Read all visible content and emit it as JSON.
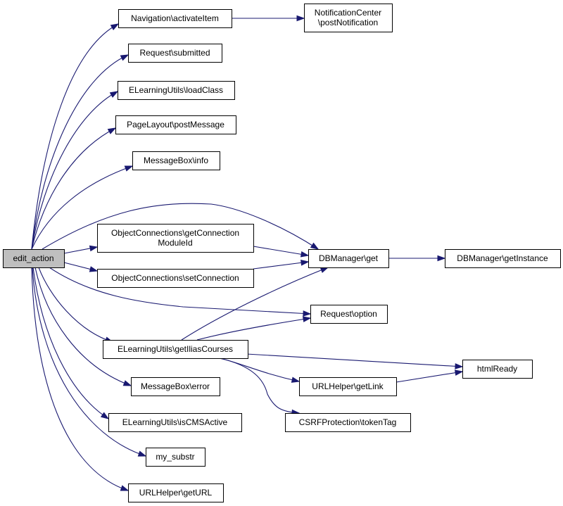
{
  "diagram": {
    "edge_color": "#191970",
    "root_fill": "#bfbfbf",
    "nodes": [
      {
        "id": "edit_action",
        "lines": [
          "edit_action"
        ],
        "root": true
      },
      {
        "id": "nav_activate",
        "lines": [
          "Navigation\\activateItem"
        ]
      },
      {
        "id": "notif_post",
        "lines": [
          "NotificationCenter",
          "\\postNotification"
        ]
      },
      {
        "id": "req_submitted",
        "lines": [
          "Request\\submitted"
        ]
      },
      {
        "id": "el_loadclass",
        "lines": [
          "ELearningUtils\\loadClass"
        ]
      },
      {
        "id": "pl_postmsg",
        "lines": [
          "PageLayout\\postMessage"
        ]
      },
      {
        "id": "mb_info",
        "lines": [
          "MessageBox\\info"
        ]
      },
      {
        "id": "oc_getconn",
        "lines": [
          "ObjectConnections\\getConnection",
          "ModuleId"
        ]
      },
      {
        "id": "oc_setconn",
        "lines": [
          "ObjectConnections\\setConnection"
        ]
      },
      {
        "id": "db_get",
        "lines": [
          "DBManager\\get"
        ]
      },
      {
        "id": "db_getinst",
        "lines": [
          "DBManager\\getInstance"
        ]
      },
      {
        "id": "req_option",
        "lines": [
          "Request\\option"
        ]
      },
      {
        "id": "el_ilias",
        "lines": [
          "ELearningUtils\\getIliasCourses"
        ]
      },
      {
        "id": "htmlready",
        "lines": [
          "htmlReady"
        ]
      },
      {
        "id": "mb_error",
        "lines": [
          "MessageBox\\error"
        ]
      },
      {
        "id": "url_getlink",
        "lines": [
          "URLHelper\\getLink"
        ]
      },
      {
        "id": "csrf_token",
        "lines": [
          "CSRFProtection\\tokenTag"
        ]
      },
      {
        "id": "el_iscms",
        "lines": [
          "ELearningUtils\\isCMSActive"
        ]
      },
      {
        "id": "my_substr",
        "lines": [
          "my_substr"
        ]
      },
      {
        "id": "url_geturl",
        "lines": [
          "URLHelper\\getURL"
        ]
      }
    ],
    "edges": [
      [
        "edit_action",
        "nav_activate"
      ],
      [
        "nav_activate",
        "notif_post"
      ],
      [
        "edit_action",
        "req_submitted"
      ],
      [
        "edit_action",
        "el_loadclass"
      ],
      [
        "edit_action",
        "pl_postmsg"
      ],
      [
        "edit_action",
        "mb_info"
      ],
      [
        "edit_action",
        "db_get"
      ],
      [
        "edit_action",
        "oc_getconn"
      ],
      [
        "edit_action",
        "oc_setconn"
      ],
      [
        "oc_getconn",
        "db_get"
      ],
      [
        "oc_setconn",
        "db_get"
      ],
      [
        "db_get",
        "db_getinst"
      ],
      [
        "edit_action",
        "req_option"
      ],
      [
        "edit_action",
        "el_ilias"
      ],
      [
        "el_ilias",
        "db_get"
      ],
      [
        "el_ilias",
        "req_option"
      ],
      [
        "el_ilias",
        "htmlready"
      ],
      [
        "el_ilias",
        "url_getlink"
      ],
      [
        "el_ilias",
        "csrf_token"
      ],
      [
        "url_getlink",
        "htmlready"
      ],
      [
        "edit_action",
        "mb_error"
      ],
      [
        "edit_action",
        "el_iscms"
      ],
      [
        "edit_action",
        "my_substr"
      ],
      [
        "edit_action",
        "url_geturl"
      ]
    ]
  }
}
